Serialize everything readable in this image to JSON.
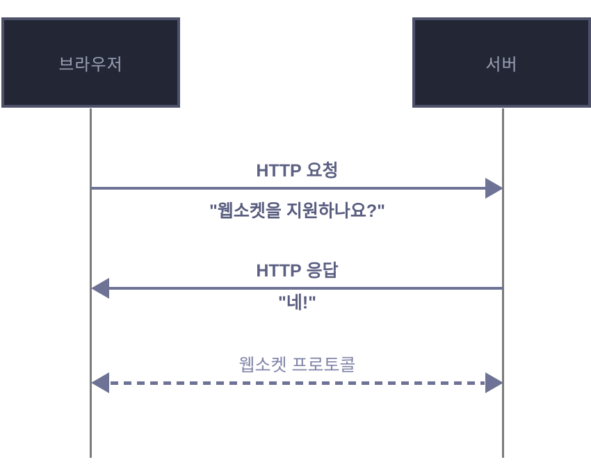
{
  "diagram": {
    "type": "sequence-diagram",
    "topic": "WebSocket handshake",
    "actors": [
      {
        "id": "browser",
        "label": "브라우저"
      },
      {
        "id": "server",
        "label": "서버"
      }
    ],
    "messages": [
      {
        "from": "browser",
        "to": "server",
        "direction": "right",
        "line_style": "solid",
        "label_strong": "HTTP",
        "label_rest": " 요청",
        "note": "\"웹소켓을 지원하나요?\""
      },
      {
        "from": "server",
        "to": "browser",
        "direction": "left",
        "line_style": "solid",
        "label_strong": "HTTP",
        "label_rest": " 응답",
        "note": "\"네!\""
      },
      {
        "from": "browser",
        "to": "server",
        "direction": "both",
        "line_style": "dashed",
        "label": "웹소켓 프로토콜"
      }
    ],
    "colors": {
      "background": "#ffffff",
      "actor_fill": "#232735",
      "actor_border": "#4d516a",
      "actor_text": "#9aa0b6",
      "lifeline": "#7b7b7b",
      "arrow": "#6e7294",
      "message_label": "#5c6082",
      "message_note": "#585c7e",
      "protocol_label": "#8084a8"
    }
  }
}
